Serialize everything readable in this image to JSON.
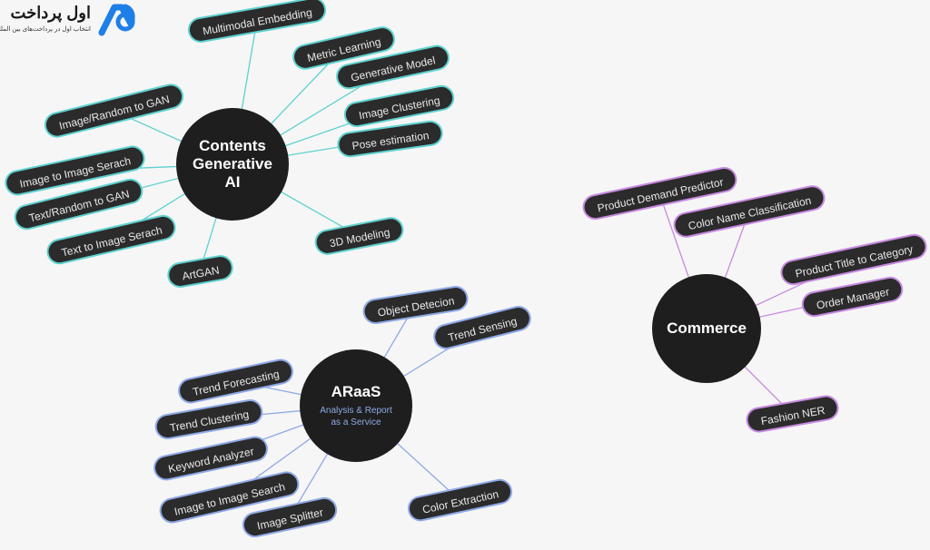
{
  "logo": {
    "name": "اول پرداخت",
    "tagline": "انتخاب اول در پرداخت‌های بین المللی",
    "mark": "AP"
  },
  "colors": {
    "teal": "#5ed1cf",
    "blue": "#8fa9e6",
    "purple": "#c68ae0",
    "node": "#1e1e1e",
    "pill": "#2b2b2b"
  },
  "hubs": [
    {
      "id": "contents",
      "title": "Contents Generative AI",
      "subtitle": "",
      "theme": "teal",
      "children": [
        "Multimodal Embedding",
        "Metric Learning",
        "Generative Model",
        "Image Clustering",
        "Pose estimation",
        "3D Modeling",
        "ArtGAN",
        "Text to Image Serach",
        "Text/Random to GAN",
        "Image to Image Serach",
        "Image/Random to GAN"
      ]
    },
    {
      "id": "araas",
      "title": "ARaaS",
      "subtitle": "Analysis & Report as a Service",
      "theme": "blue",
      "children": [
        "Object Detecion",
        "Trend Sensing",
        "Color Extraction",
        "Image Splitter",
        "Image to Image Search",
        "Keyword Analyzer",
        "Trend Clustering",
        "Trend Forecasting"
      ]
    },
    {
      "id": "commerce",
      "title": "Commerce",
      "subtitle": "",
      "theme": "purple",
      "children": [
        "Product Demand Predictor",
        "Color Name Classification",
        "Product Title to Category",
        "Order Manager",
        "Fashion NER"
      ]
    }
  ]
}
